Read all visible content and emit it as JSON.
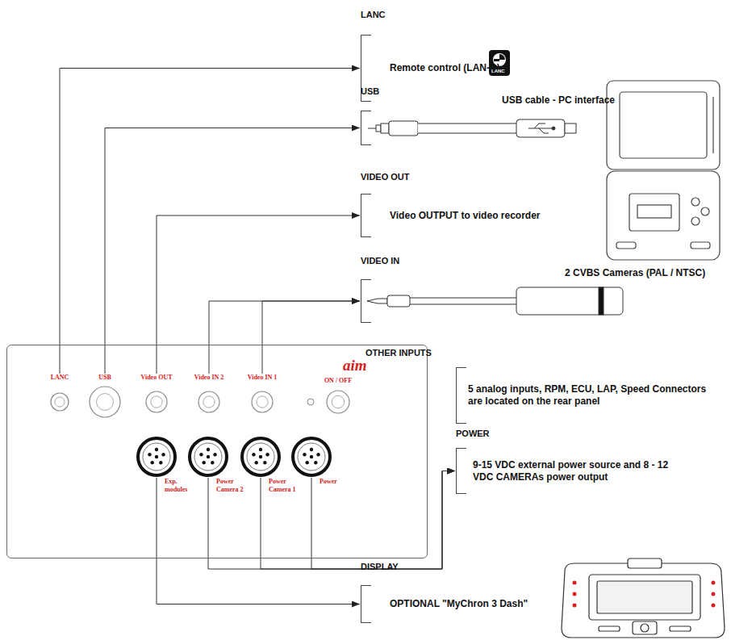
{
  "diagram": {
    "nodes": [
      {
        "text": [
          "aim"
        ]
      },
      {
        "text": [
          "LANC"
        ],
        "in": 0
      },
      {
        "text": [
          "USB"
        ],
        "in": 0
      },
      {
        "text": [
          "Video OUT"
        ],
        "in": 0
      },
      {
        "text": [
          "Video IN 2"
        ],
        "in": 0
      },
      {
        "text": [
          "Video IN 1"
        ],
        "in": 0
      },
      {
        "text": [
          "ON / OFF"
        ],
        "in": 0
      },
      {
        "text": [
          "Exp. modules"
        ],
        "in": 0
      },
      {
        "text": [
          "Power Camera 2"
        ],
        "in": 0
      },
      {
        "text": [
          "Power Camera 1"
        ],
        "in": 0
      },
      {
        "text": [
          "Power"
        ],
        "in": 0
      },
      {
        "text": [
          "LANC",
          "Remote control (LAN-C)"
        ]
      },
      {
        "text": [
          "USB"
        ]
      },
      {
        "text": [
          "VIDEO OUT",
          "Video OUTPUT to video recorder"
        ]
      },
      {
        "text": [
          "VIDEO IN"
        ]
      },
      {
        "text": [
          "OTHER INPUTS",
          "5 analog inputs, RPM, ECU, LAP, Speed Connectors are located on the rear panel"
        ]
      },
      {
        "text": [
          "POWER",
          "9-15 VDC external power source and 8 - 12 VDC CAMERAs power output"
        ]
      },
      {
        "text": [
          "DISPLAY",
          "OPTIONAL \"MyChron 3 Dash\""
        ]
      }
    ],
    "edges": [
      {
        "from": 1,
        "to": 11,
        "arrow": "to"
      },
      {
        "from": 2,
        "to": 12,
        "arrow": "to"
      },
      {
        "from": 3,
        "to": 13,
        "arrow": "to"
      },
      {
        "from": 4,
        "to": 14,
        "arrow": "to"
      },
      {
        "from": 5,
        "to": 14,
        "arrow": "to"
      },
      {
        "from": 8,
        "to": 16,
        "arrow": "to"
      },
      {
        "from": 9,
        "to": 16,
        "arrow": "to"
      },
      {
        "from": 10,
        "to": 16,
        "arrow": "to"
      },
      {
        "from": 7,
        "to": 17,
        "arrow": "to"
      }
    ],
    "labels": [
      "USB cable - PC interface",
      "2 CVBS Cameras (PAL / NTSC)",
      "LANC"
    ]
  }
}
